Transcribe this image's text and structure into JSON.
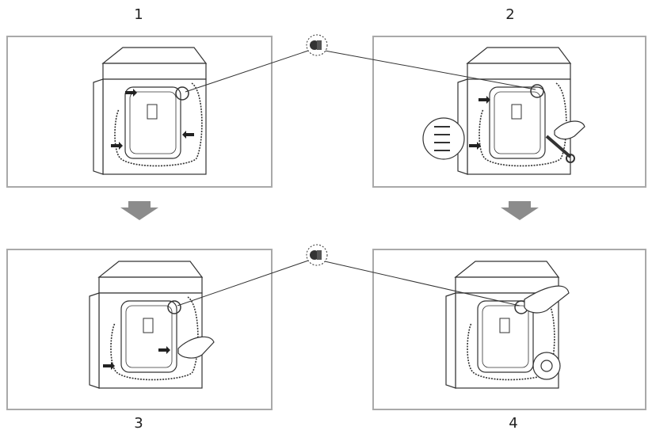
{
  "steps": [
    {
      "number": "1"
    },
    {
      "number": "2"
    },
    {
      "number": "3"
    },
    {
      "number": "4"
    }
  ],
  "icons": {
    "detail_callout": "transit-bolt-icon",
    "flow_arrow": "down-arrow-icon",
    "hand": "hand-icon",
    "wrench": "wrench-icon",
    "bolt_set": "transit-bolts-icon",
    "hole_cover": "hole-cover-icon"
  },
  "colors": {
    "panel_border": "#a9a9a9",
    "arrow_fill": "#8c8c8c",
    "line": "#333333"
  }
}
